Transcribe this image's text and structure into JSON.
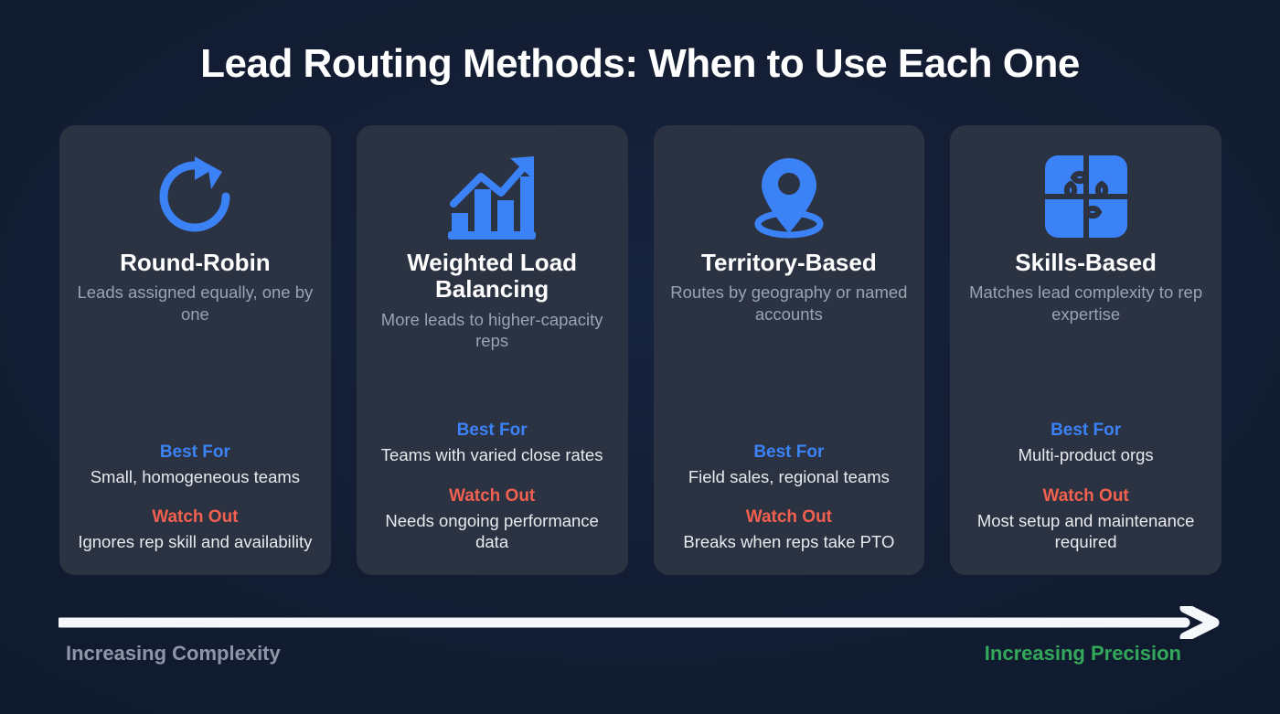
{
  "page": {
    "title": "Lead Routing Methods: When to Use Each One",
    "background_color": "#131d33",
    "card_color": "#2b3242",
    "accent_blue": "#3b82f6",
    "accent_red": "#f2614f",
    "accent_green": "#34a85a",
    "muted_text": "#9aa3b2"
  },
  "labels": {
    "best_for": "Best For",
    "watch_out": "Watch Out"
  },
  "cards": [
    {
      "icon": "refresh-circular-arrow-icon",
      "title": "Round-Robin",
      "description": "Leads assigned equally, one by one",
      "best_for_head": "Best For",
      "best_for_body": "Small, homogeneous teams",
      "watch_out_head": "Watch Out",
      "watch_out_body": "Ignores rep skill and availability"
    },
    {
      "icon": "bar-chart-trend-up-icon",
      "title": "Weighted Load Balancing",
      "description": "More leads to higher-capacity reps",
      "best_for_head": "Best For",
      "best_for_body": "Teams with varied close rates",
      "watch_out_head": "Watch Out",
      "watch_out_body": "Needs ongoing performance data"
    },
    {
      "icon": "map-pin-location-icon",
      "title": "Territory-Based",
      "description": "Routes by geography or named accounts",
      "best_for_head": "Best For",
      "best_for_body": "Field sales, regional teams",
      "watch_out_head": "Watch Out",
      "watch_out_body": "Breaks when reps take PTO"
    },
    {
      "icon": "puzzle-pieces-icon",
      "title": "Skills-Based",
      "description": "Matches lead complexity to rep expertise",
      "best_for_head": "Best For",
      "best_for_body": "Multi-product orgs",
      "watch_out_head": "Watch Out",
      "watch_out_body": "Most setup and maintenance required"
    }
  ],
  "footer": {
    "arrow": "right-arrow-icon",
    "left_label": "Increasing Complexity",
    "right_label": "Increasing Precision"
  }
}
